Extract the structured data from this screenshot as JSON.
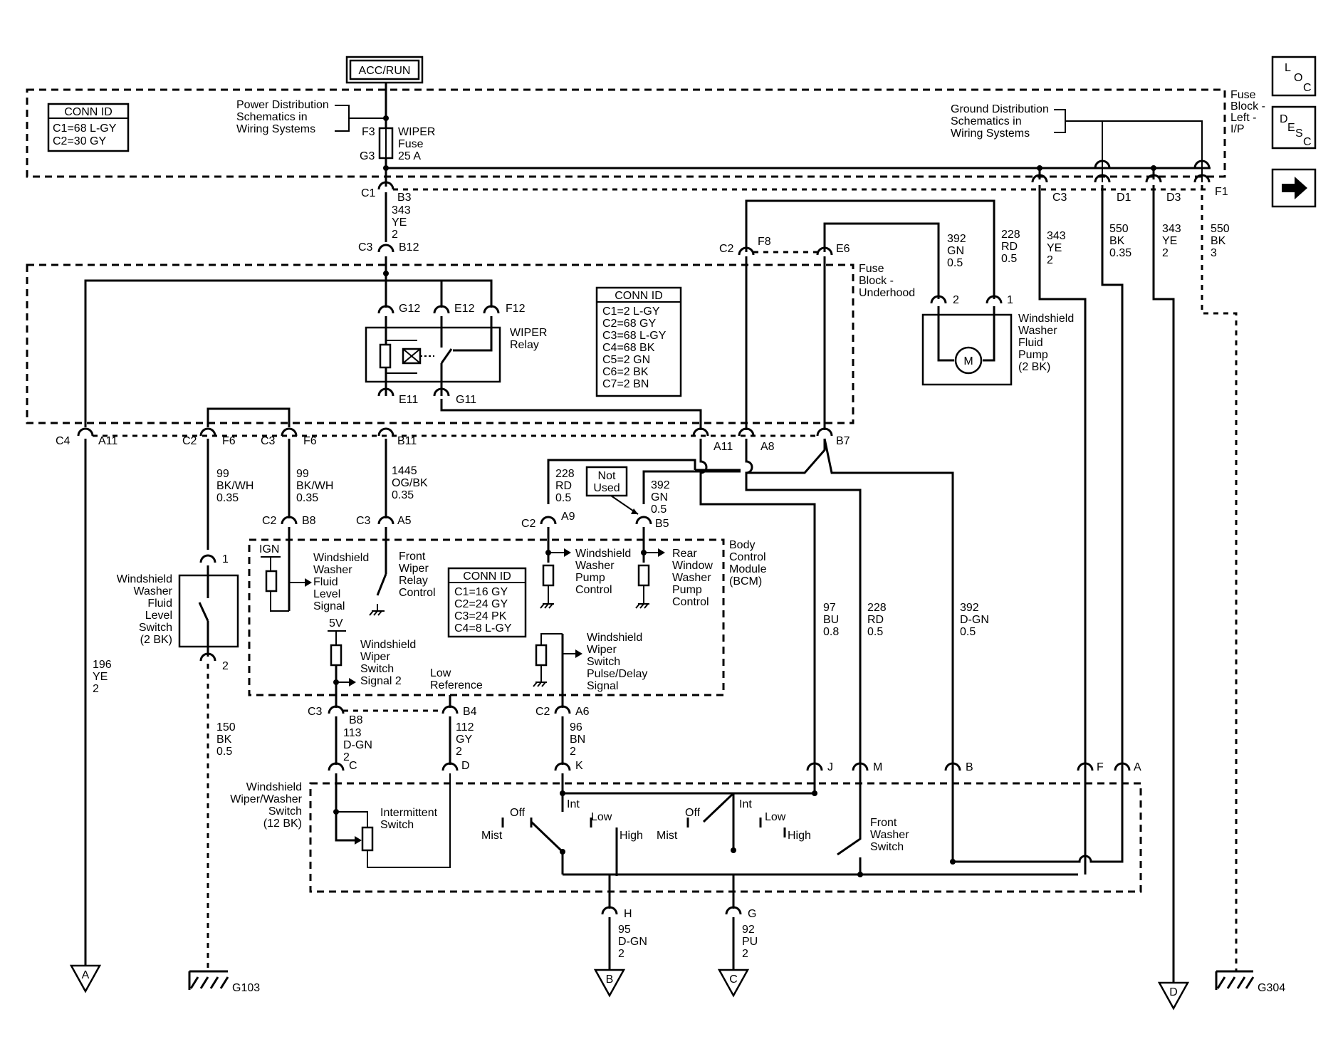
{
  "header": {
    "power_box": "ACC/RUN"
  },
  "nav": {
    "loc": [
      "L",
      "O",
      "C"
    ],
    "desc": [
      "D",
      "E",
      "S",
      "C"
    ],
    "next_icon": "arrow-right-icon"
  },
  "conn_ids": {
    "top_left": {
      "title": "CONN ID",
      "lines": [
        "C1=68 L-GY",
        "C2=30 GY"
      ]
    },
    "underhood": {
      "title": "CONN ID",
      "lines": [
        "C1=2 L-GY",
        "C2=68 GY",
        "C3=68 L-GY",
        "C4=68 BK",
        "C5=2 GN",
        "C6=2 BK",
        "C7=2 BN"
      ]
    },
    "bcm": {
      "title": "CONN ID",
      "lines": [
        "C1=16 GY",
        "C2=24 GY",
        "C3=24 PK",
        "C4=8 L-GY"
      ]
    }
  },
  "blocks": {
    "power_dist": [
      "Power Distribution",
      "Schematics in",
      "Wiring Systems"
    ],
    "ground_dist": [
      "Ground Distribution",
      "Schematics in",
      "Wiring Systems"
    ],
    "fuse_block_ip": [
      "Fuse",
      "Block -",
      "Left -",
      "I/P"
    ],
    "fuse_block_underhood": [
      "Fuse",
      "Block -",
      "Underhood"
    ],
    "bcm": [
      "Body",
      "Control",
      "Module",
      "(BCM)"
    ],
    "wiper_relay": [
      "WIPER",
      "Relay"
    ],
    "wiper_fuse": [
      "WIPER",
      "Fuse",
      "25 A"
    ],
    "washer_pump": [
      "Windshield",
      "Washer",
      "Fluid",
      "Pump",
      "(2 BK)"
    ],
    "fluid_level_switch": [
      "Windshield",
      "Washer",
      "Fluid",
      "Level",
      "Switch",
      "(2 BK)"
    ],
    "wiper_washer_switch": [
      "Windshield",
      "Wiper/Washer",
      "Switch",
      "(12 BK)"
    ]
  },
  "bcm_signals": {
    "ign": "IGN",
    "level_signal": [
      "Windshield",
      "Washer",
      "Fluid",
      "Level",
      "Signal"
    ],
    "front_relay": [
      "Front",
      "Wiper",
      "Relay",
      "Control"
    ],
    "pump_control": [
      "Windshield",
      "Washer",
      "Pump",
      "Control"
    ],
    "rear_pump": [
      "Rear",
      "Window",
      "Washer",
      "Pump",
      "Control"
    ],
    "five_v": "5V",
    "switch_signal2": [
      "Windshield",
      "Wiper",
      "Switch",
      "Signal 2"
    ],
    "low_ref": [
      "Low",
      "Reference"
    ],
    "pulse_delay": [
      "Windshield",
      "Wiper",
      "Switch",
      "Pulse/Delay",
      "Signal"
    ]
  },
  "not_used": [
    "Not",
    "Used"
  ],
  "switch_internals": {
    "intermittent": [
      "Intermittent",
      "Switch"
    ],
    "front_washer": [
      "Front",
      "Washer",
      "Switch"
    ],
    "off": "Off",
    "int": "Int",
    "low": "Low",
    "high": "High",
    "mist": "Mist"
  },
  "pin_labels": {
    "f3": "F3",
    "g3": "G3",
    "c1": "C1",
    "b3": "B3",
    "c3a": "C3",
    "b12": "B12",
    "g12": "G12",
    "e12": "E12",
    "f12": "F12",
    "e11": "E11",
    "g11": "G11",
    "c2_top": "C2",
    "f8": "F8",
    "e6": "E6",
    "c3_fb": "C3",
    "d1": "D1",
    "d3": "D3",
    "f1": "F1",
    "pump2": "2",
    "pump1": "1",
    "c4": "C4",
    "a11a": "A11",
    "c2_f6": "C2",
    "f6a": "F6",
    "c3_f6": "C3",
    "f6b": "F6",
    "b11": "B11",
    "a11b": "A11",
    "a8": "A8",
    "b7": "B7",
    "c2_b8": "C2",
    "b8": "B8",
    "c3_a5": "C3",
    "a5": "A5",
    "c2_a9": "C2",
    "a9": "A9",
    "b5": "B5",
    "sw1": "1",
    "sw2": "2",
    "c3_b8": "C3",
    "b8b": "B8",
    "b4": "B4",
    "c2_a6": "C2",
    "a6": "A6",
    "c": "C",
    "d": "D",
    "k": "K",
    "j": "J",
    "m": "M",
    "b": "B",
    "f": "F",
    "a": "A",
    "h": "H",
    "g": "G"
  },
  "wires": {
    "w343_top": [
      "343",
      "YE",
      "2"
    ],
    "w392_gn_top": [
      "392",
      "GN",
      "0.5"
    ],
    "w228_rd_top": [
      "228",
      "RD",
      "0.5"
    ],
    "w343_fb": [
      "343",
      "YE",
      "2"
    ],
    "w550_035": [
      "550",
      "BK",
      "0.35"
    ],
    "w343_d3": [
      "343",
      "YE",
      "2"
    ],
    "w550_3": [
      "550",
      "BK",
      "3"
    ],
    "w99a": [
      "99",
      "BK/WH",
      "0.35"
    ],
    "w99b": [
      "99",
      "BK/WH",
      "0.35"
    ],
    "w1445": [
      "1445",
      "OG/BK",
      "0.35"
    ],
    "w228_mid": [
      "228",
      "RD",
      "0.5"
    ],
    "w392_mid": [
      "392",
      "GN",
      "0.5"
    ],
    "w196": [
      "196",
      "YE",
      "2"
    ],
    "w150": [
      "150",
      "BK",
      "0.5"
    ],
    "w97": [
      "97",
      "BU",
      "0.8"
    ],
    "w228_low": [
      "228",
      "RD",
      "0.5"
    ],
    "w392_dgn": [
      "392",
      "D-GN",
      "0.5"
    ],
    "w113": [
      "113",
      "D-GN",
      "2"
    ],
    "w112": [
      "112",
      "GY",
      "2"
    ],
    "w96": [
      "96",
      "BN",
      "2"
    ],
    "w95": [
      "95",
      "D-GN",
      "2"
    ],
    "w92": [
      "92",
      "PU",
      "2"
    ]
  },
  "offpage": {
    "a": "A",
    "b": "B",
    "c": "C",
    "d": "D"
  },
  "grounds": {
    "g103": "G103",
    "g304": "G304"
  },
  "motor": "M"
}
